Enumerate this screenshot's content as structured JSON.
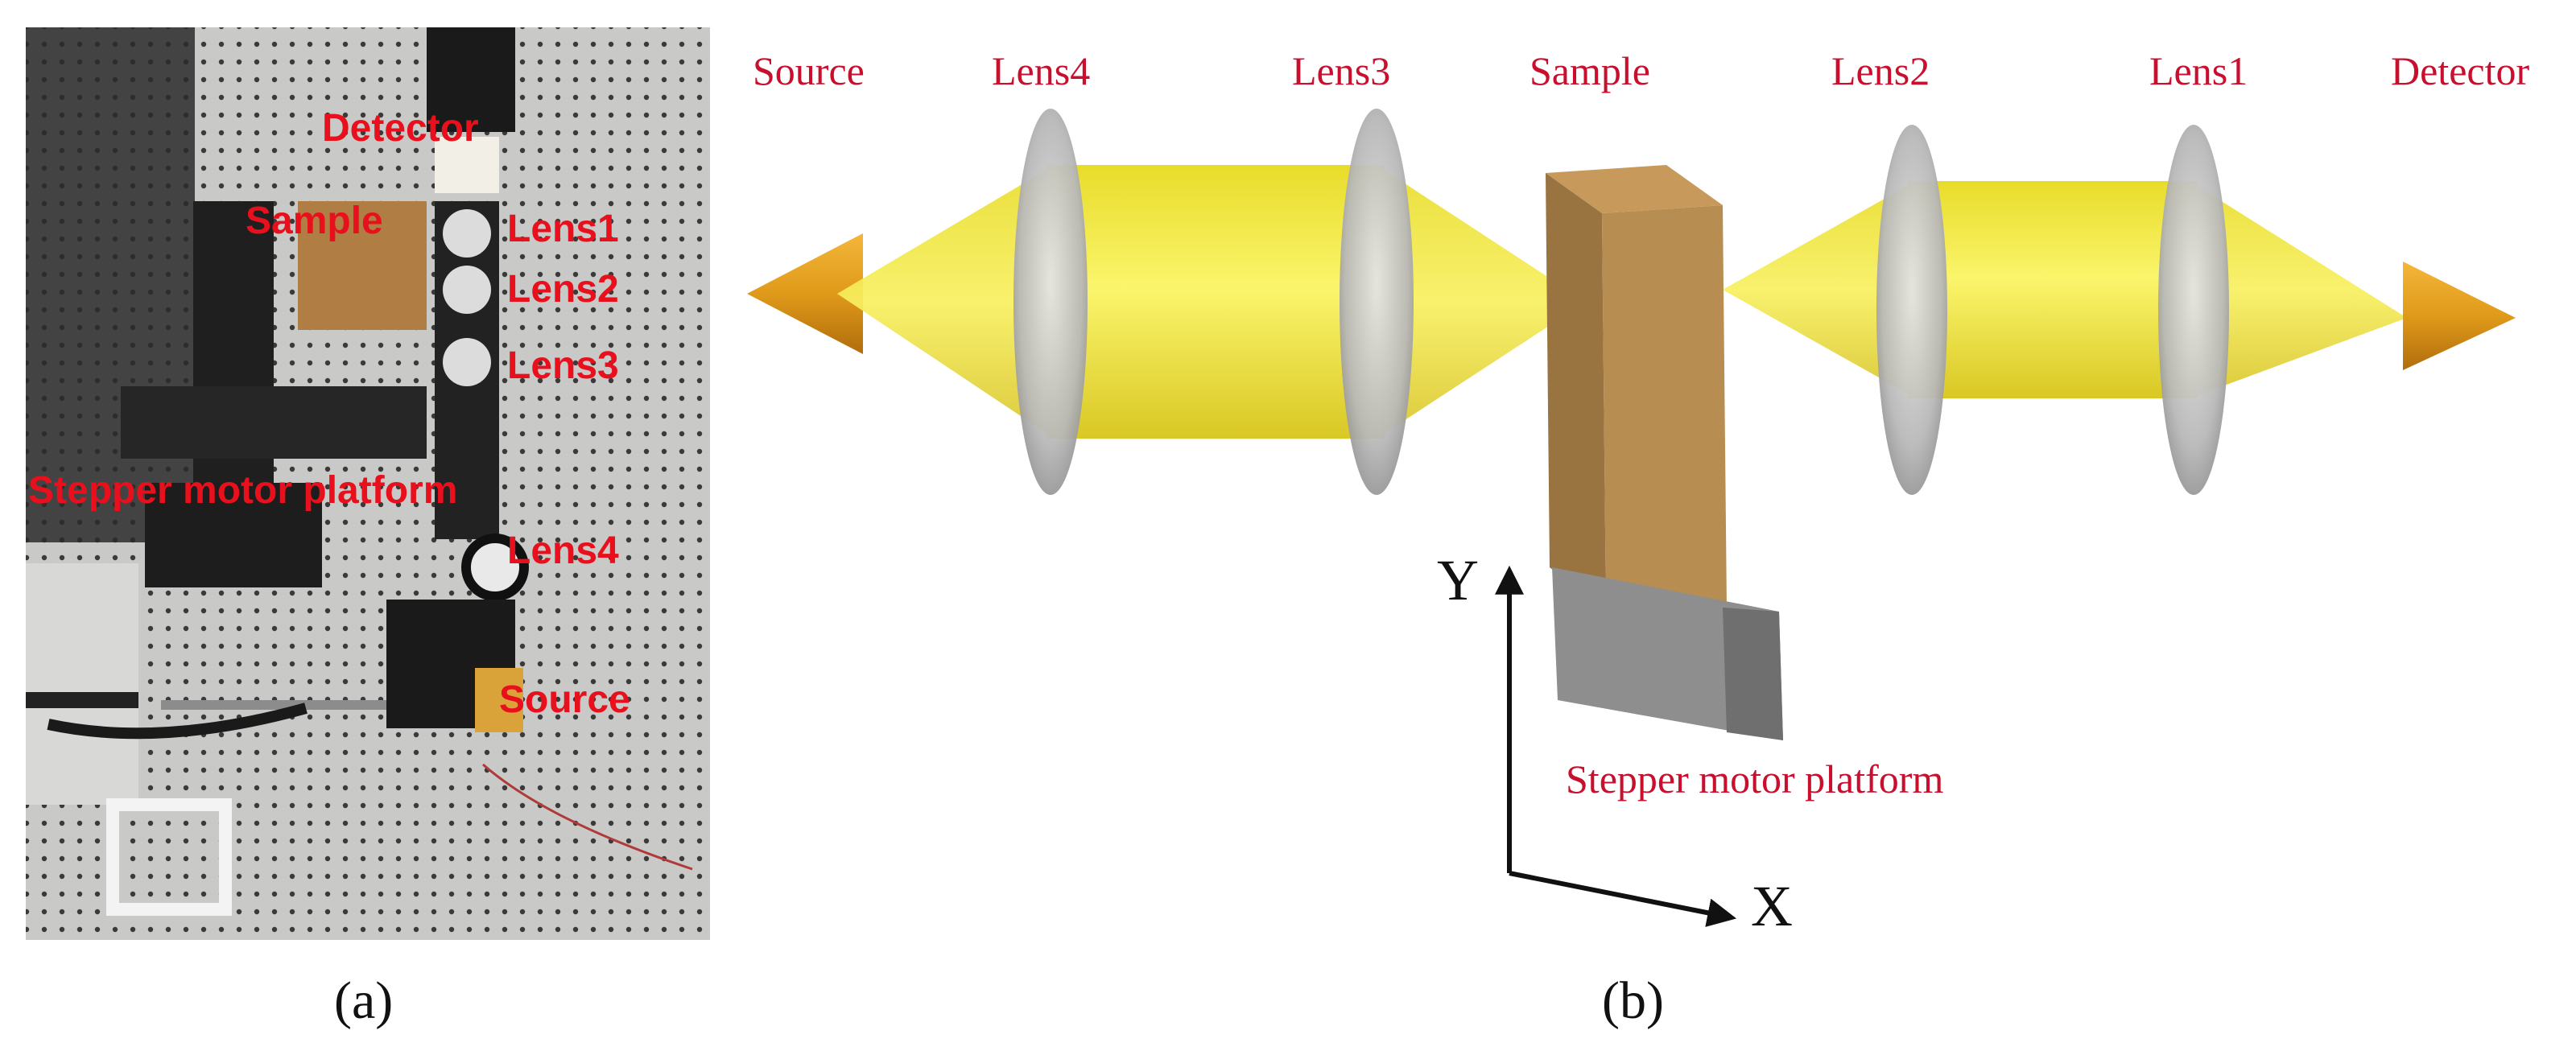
{
  "panel_a": {
    "caption": "(a)",
    "labels": {
      "detector": "Detector",
      "sample": "Sample",
      "lens1": "Lens1",
      "lens2": "Lens2",
      "lens3": "Lens3",
      "stepper": "Stepper motor platform",
      "lens4": "Lens4",
      "source": "Source"
    }
  },
  "panel_b": {
    "caption": "(b)",
    "labels": {
      "source": "Source",
      "lens4": "Lens4",
      "lens3": "Lens3",
      "sample": "Sample",
      "lens2": "Lens2",
      "lens1": "Lens1",
      "detector": "Detector",
      "stepper": "Stepper motor platform"
    },
    "axes": {
      "y": "Y",
      "x": "X"
    }
  },
  "colors": {
    "label_red": "#e8101c",
    "beam_yellow": "#f2ea3a",
    "lens_gray": "#b9b9b9",
    "sample_brown": "#a8824a",
    "platform_gray": "#8e8e8e",
    "cone_orange": "#e09a1a"
  }
}
